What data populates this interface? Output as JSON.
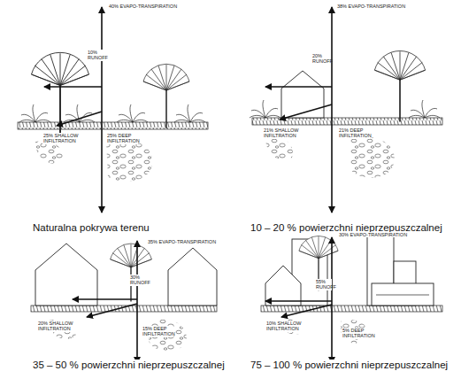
{
  "diagram": {
    "labels": [
      "40% EVAPO-TRANSPIRATION",
      "10% RUNOFF",
      "25% SHALLOW INFILTRATION",
      "25% DEEP INFILTRATION",
      "Naturalna pokrywa terenu",
      "38% EVAPO-TRANSPIRATION",
      "20% RUNOFF",
      "21% SHALLOW INFILTRATION",
      "21% DEEP INFILTRATION",
      "10 – 20 % powierzchni nieprzepuszczalnej",
      "35% EVAPO-TRANSPIRATION",
      "30% RUNOFF",
      "20% SHALLOW INFILTRATION",
      "15% DEEP INFILTRATION",
      "35 – 50 % powierzchni nieprzepuszczalnej",
      "30% EVAPO-TRANSPIRATION",
      "55% RUNOFF",
      "10% SHALLOW INFILTRATION",
      "5% DEEP INFILTRATION",
      "75 – 100 % powierzchni nieprzepuszczalnej"
    ]
  }
}
